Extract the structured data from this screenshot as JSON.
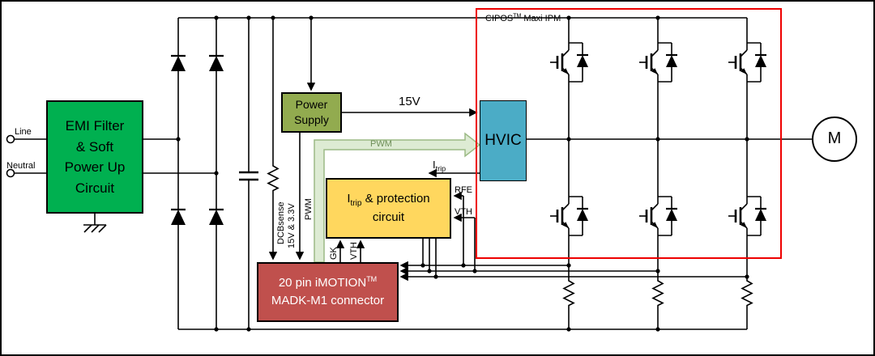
{
  "colors": {
    "emi_box": "#00B050",
    "power_supply_box": "#92AB4F",
    "hvic_box": "#4BACC6",
    "protection_box": "#FFD75E",
    "connector_box": "#C0504D",
    "ipm_frame_border": "#EE0000",
    "pwm_arrow_fill": "#DDEBD3",
    "pwm_arrow_stroke": "#9CBA85",
    "wire": "#000000"
  },
  "inputs": {
    "line_label": "Line",
    "neutral_label": "Neutral"
  },
  "blocks": {
    "emi_filter": {
      "label": "EMI Filter\n& Soft\nPower Up\nCircuit"
    },
    "power_supply": {
      "label": "Power\nSupply"
    },
    "hvic": {
      "label": "HVIC"
    },
    "protection": {
      "label_prefix": "I",
      "label_sub": "trip",
      "label_rest": " & protection",
      "label_line2": "circuit"
    },
    "connector": {
      "line1": "20 pin iMOTION",
      "line1_sup": "TM",
      "line2": "MADK-M1 connector"
    },
    "ipm": {
      "label_prefix": "CIPOS",
      "label_sup": "TM",
      "label_rest": " Maxi IPM"
    },
    "motor": {
      "label": "M"
    }
  },
  "signals": {
    "supply_15v": "15V",
    "pwm_arrow": "PWM",
    "dcb_sense": "DCBsense",
    "rail_15v_3v3": "15V & 3.3V",
    "pwm_vertical": "PWM",
    "gk": "GK",
    "vth_vertical": "VTH",
    "itrip_prefix": "I",
    "itrip_sub": "trip",
    "rfe": "RFE",
    "vth": "VTH"
  }
}
